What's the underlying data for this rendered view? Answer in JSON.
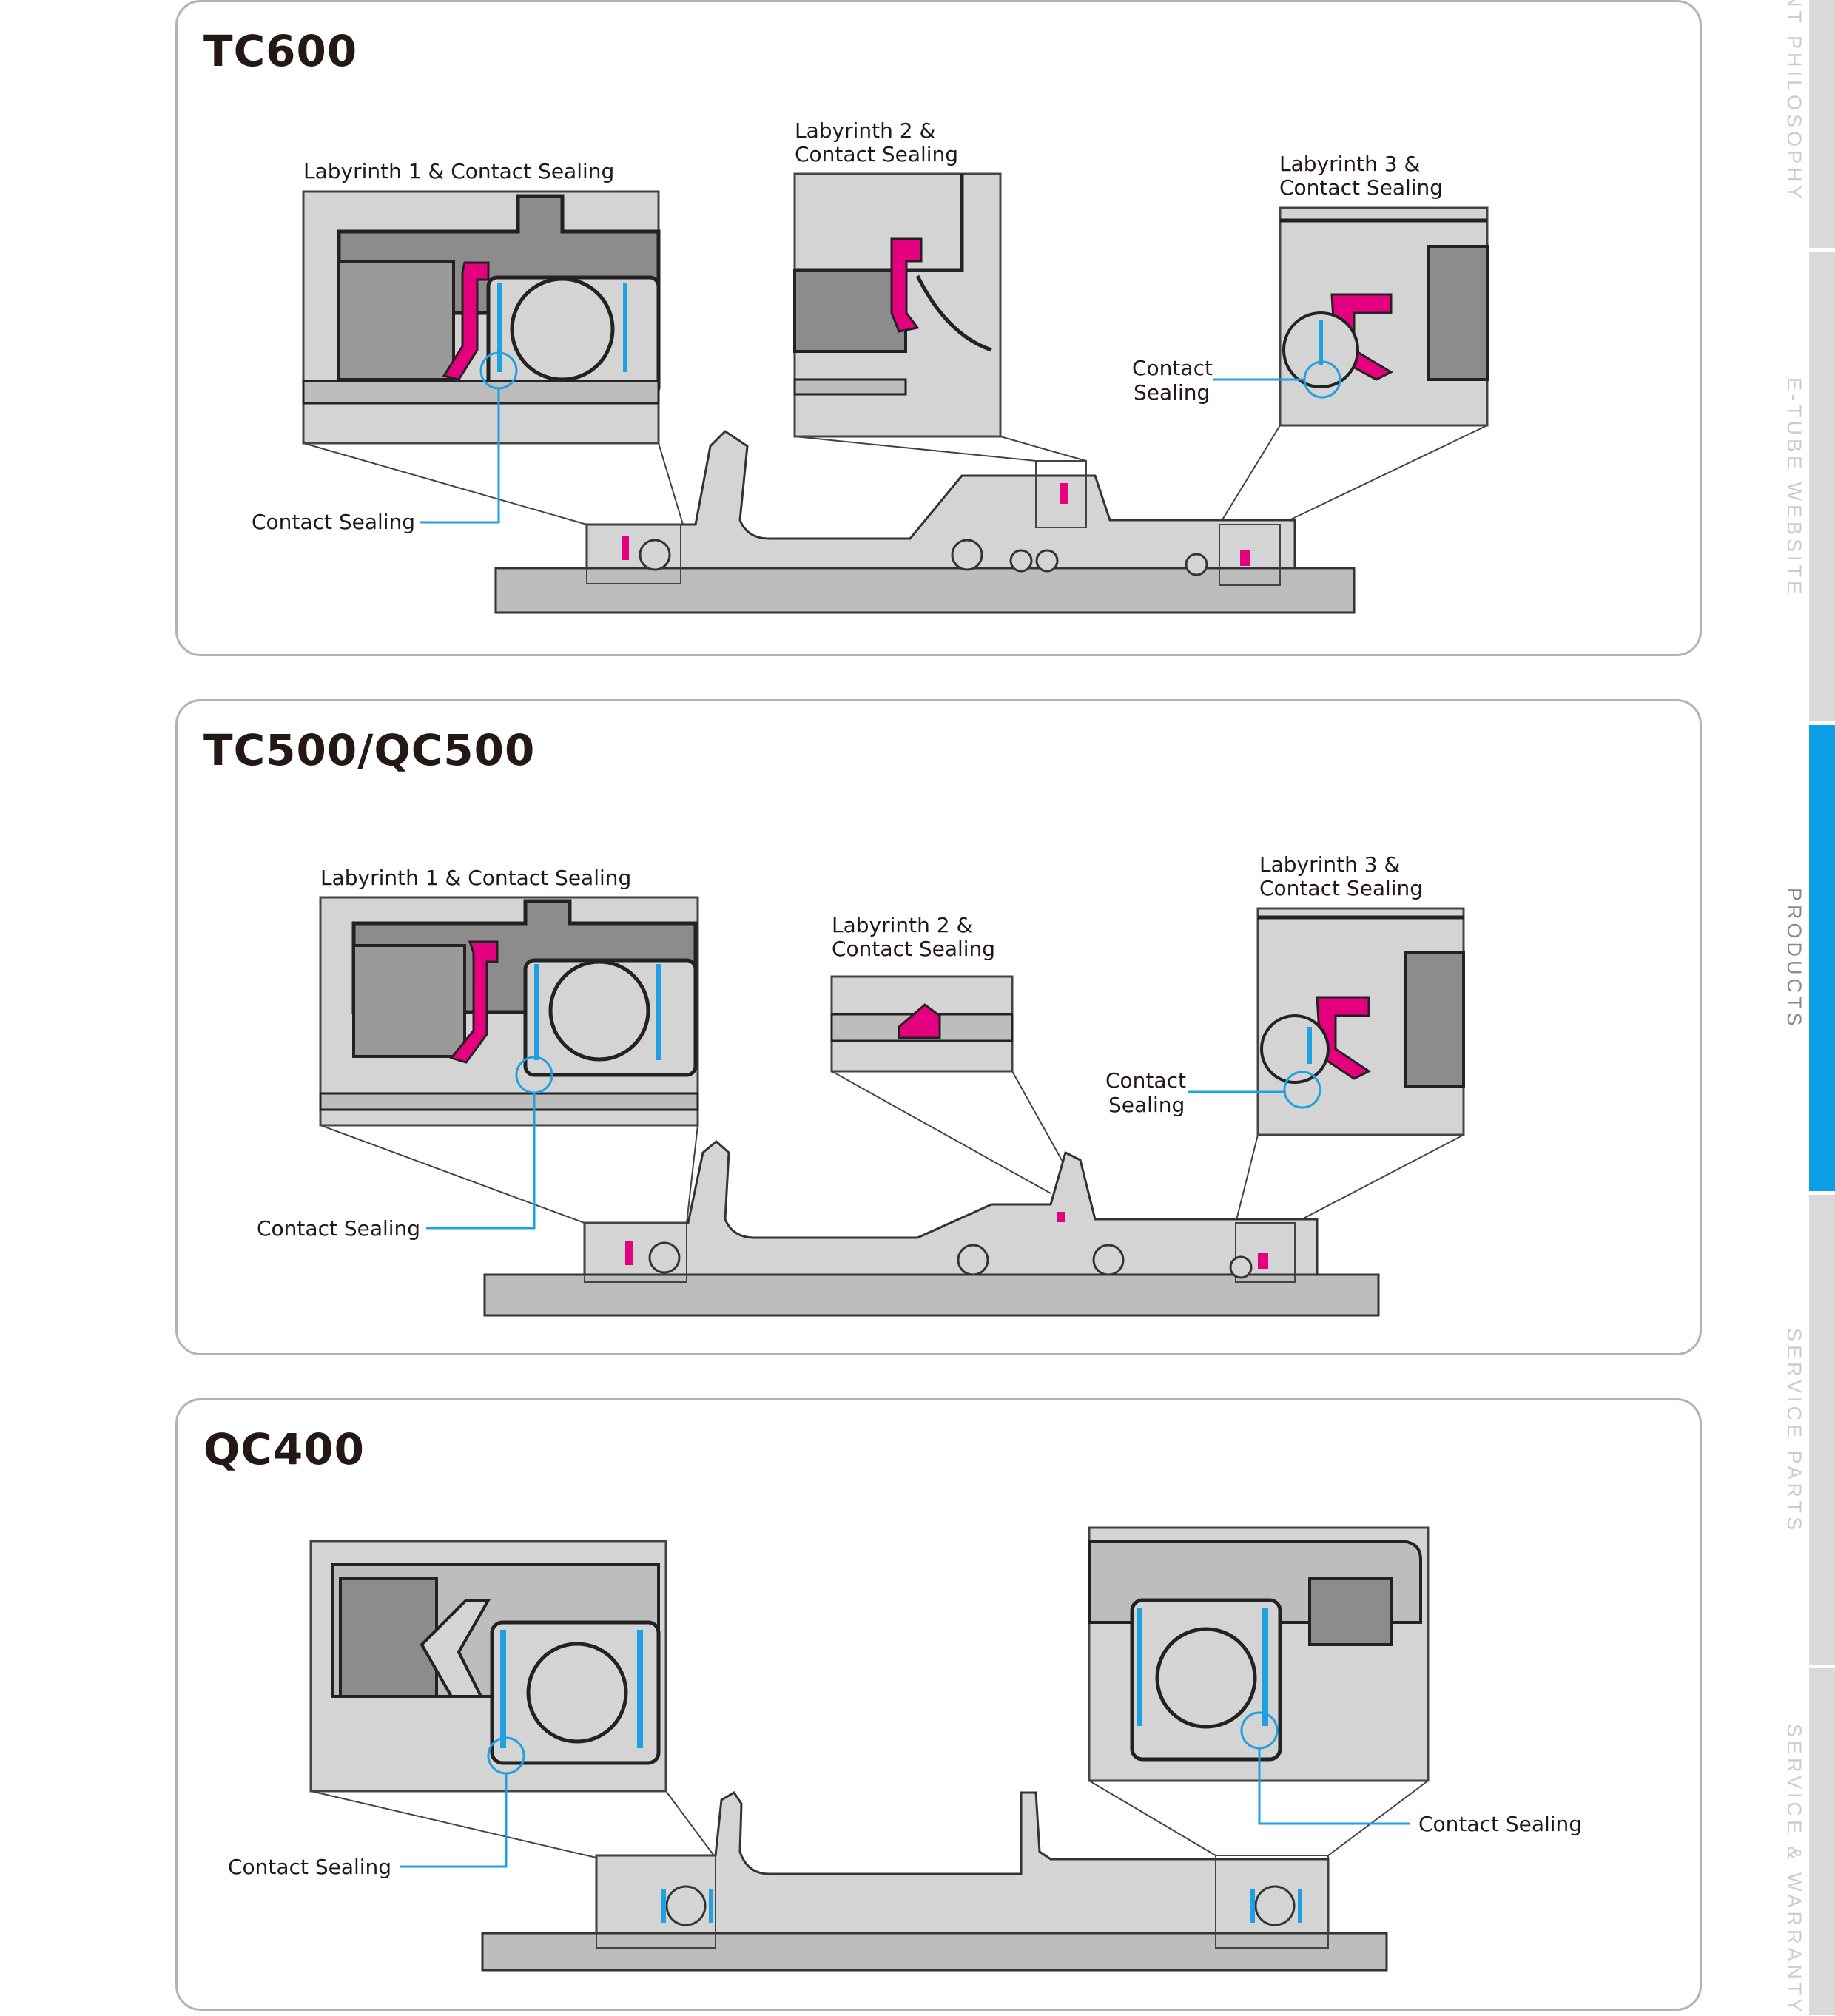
{
  "sidebar": {
    "items": [
      {
        "label": "NT PHILOSOPHY",
        "active": false
      },
      {
        "label": "E-TUBE WEBSITE",
        "active": false
      },
      {
        "label": "PRODUCTS",
        "active": true
      },
      {
        "label": "SERVICE PARTS",
        "active": false
      },
      {
        "label": "SERVICE & WARRANTY",
        "active": false
      }
    ],
    "active_color": "#0d9ee8"
  },
  "panels": [
    {
      "title": "TC600",
      "labels": {
        "lab1": "Labyrinth 1 & Contact Sealing",
        "lab2_line1": "Labyrinth 2 &",
        "lab2_line2": "Contact Sealing",
        "lab3_line1": "Labyrinth 3 &",
        "lab3_line2": "Contact Sealing",
        "contact_left": "Contact Sealing",
        "contact_right_line1": "Contact",
        "contact_right_line2": "Sealing"
      }
    },
    {
      "title": "TC500/QC500",
      "labels": {
        "lab1": "Labyrinth 1 & Contact Sealing",
        "lab2_line1": "Labyrinth 2 &",
        "lab2_line2": "Contact Sealing",
        "lab3_line1": "Labyrinth 3 &",
        "lab3_line2": "Contact Sealing",
        "contact_left": "Contact Sealing",
        "contact_right_line1": "Contact",
        "contact_right_line2": "Sealing"
      }
    },
    {
      "title": "QC400",
      "labels": {
        "contact_left": "Contact Sealing",
        "contact_right": "Contact Sealing"
      }
    }
  ],
  "colors": {
    "seal": "#e4007f",
    "contact": "#1fa0e0",
    "metal_light": "#d4d4d4",
    "metal_dark": "#8c8c8c"
  }
}
